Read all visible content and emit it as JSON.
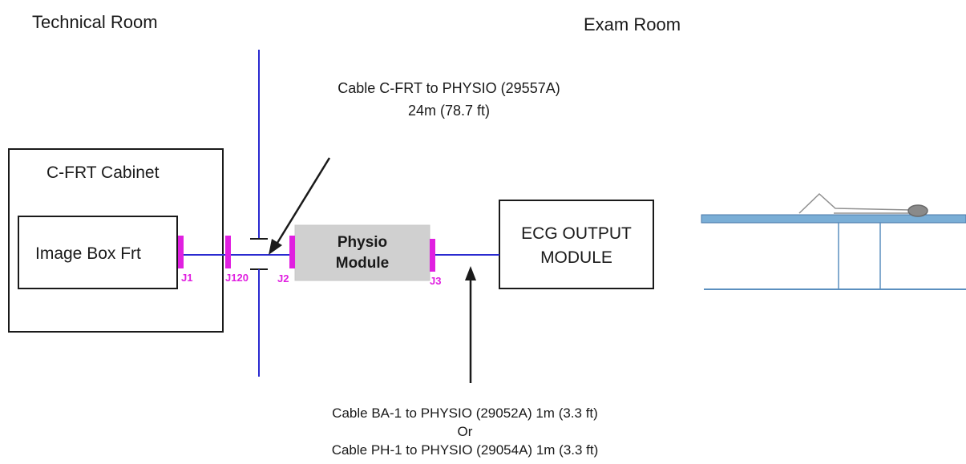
{
  "rooms": {
    "technical": "Technical Room",
    "exam": "Exam Room"
  },
  "cables": {
    "cfrt_line1": "Cable C-FRT to PHYSIO (29557A)",
    "cfrt_line2": "24m (78.7 ft)",
    "bottom_line1": "Cable BA-1 to PHYSIO (29052A)  1m (3.3 ft)",
    "bottom_or": "Or",
    "bottom_line2": "Cable PH-1 to PHYSIO (29054A)  1m (3.3 ft)"
  },
  "boxes": {
    "cabinet": "C-FRT Cabinet",
    "image_box": "Image Box Frt",
    "physio_line1": "Physio",
    "physio_line2": "Module",
    "ecg_line1": "ECG OUTPUT",
    "ecg_line2": "MODULE"
  },
  "connectors": {
    "j1": "J1",
    "j120": "J120",
    "j2": "J2",
    "j3": "J3"
  },
  "colors": {
    "line": "#2a2ad0",
    "connector": "#e020e0",
    "physio_fill": "#d0d0d0",
    "table": "#5b8fbf"
  }
}
